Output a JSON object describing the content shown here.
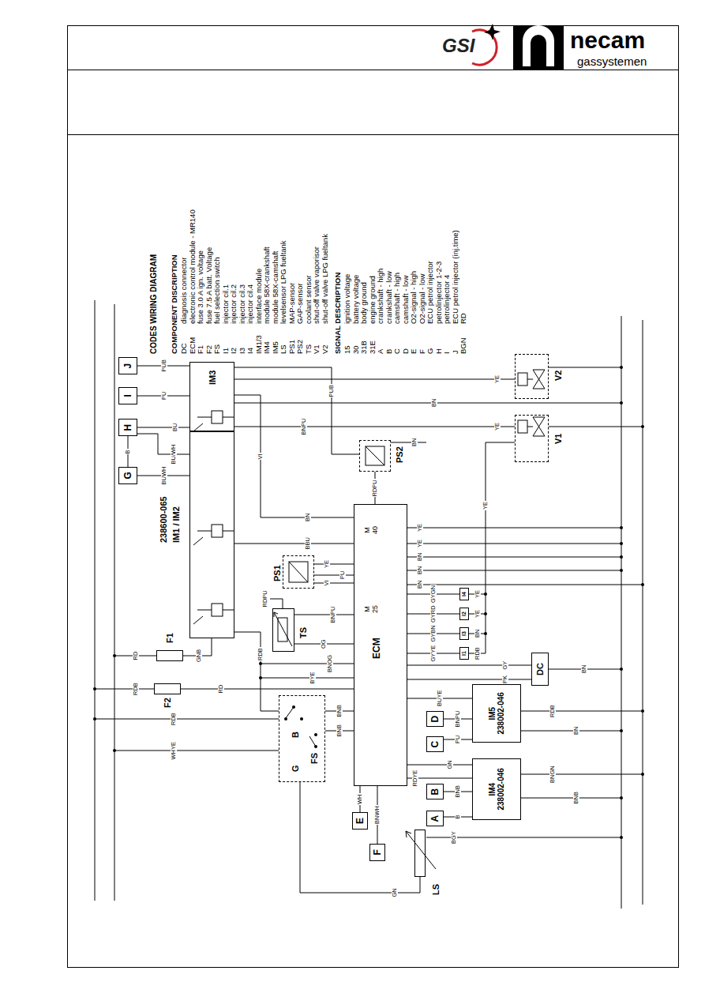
{
  "diagram": {
    "nodes": [
      {
        "text": [
          "G"
        ]
      },
      {
        "text": [
          "H"
        ]
      },
      {
        "text": [
          "I"
        ]
      },
      {
        "text": [
          "J"
        ]
      },
      {
        "text": [
          "238600-065",
          "IM1 / IM2"
        ]
      },
      {
        "text": [
          "IM3"
        ]
      },
      {
        "text": [
          "F1"
        ]
      },
      {
        "text": [
          "F2"
        ]
      },
      {
        "text": [
          "TS"
        ]
      },
      {
        "text": [
          "PS1"
        ]
      },
      {
        "text": [
          "PS2"
        ]
      },
      {
        "text": [
          "ECM",
          "M 40",
          "M 25"
        ]
      },
      {
        "text": [
          "FS",
          "B",
          "G"
        ]
      },
      {
        "text": [
          "DC"
        ]
      },
      {
        "text": [
          "IM5",
          "238002-046"
        ]
      },
      {
        "text": [
          "IM4",
          "238002-046"
        ]
      },
      {
        "text": [
          "E"
        ]
      },
      {
        "text": [
          "F"
        ]
      },
      {
        "text": [
          "D"
        ]
      },
      {
        "text": [
          "C"
        ]
      },
      {
        "text": [
          "B"
        ]
      },
      {
        "text": [
          "A"
        ]
      },
      {
        "text": [
          "LS"
        ]
      },
      {
        "text": [
          "I4"
        ]
      },
      {
        "text": [
          "I2"
        ]
      },
      {
        "text": [
          "I3"
        ]
      },
      {
        "text": [
          "I1"
        ]
      },
      {
        "text": [
          "V1"
        ]
      },
      {
        "text": [
          "V2"
        ]
      }
    ],
    "edges": [
      {
        "from": 3,
        "to": 5,
        "arrow": "none",
        "label": "PUB"
      },
      {
        "from": 2,
        "to": 5,
        "arrow": "none",
        "label": "PU"
      },
      {
        "from": 1,
        "to": 5,
        "arrow": "none",
        "label": "BU"
      },
      {
        "from": 0,
        "to": 4,
        "arrow": "none",
        "label": "BUWH"
      },
      {
        "from": 0,
        "to": 1,
        "arrow": "none",
        "label": "B"
      },
      {
        "from": 1,
        "to": 4,
        "arrow": "none",
        "label": "BU/WH"
      },
      {
        "from": 6,
        "to": 4,
        "arrow": "none",
        "label": "GNB"
      },
      {
        "from": 7,
        "to": 11,
        "arrow": "none",
        "label": "RD"
      },
      {
        "from": 4,
        "to": 12,
        "arrow": "none",
        "label": "RDB"
      },
      {
        "from": 8,
        "to": 11,
        "arrow": "none",
        "label": "OG"
      },
      {
        "from": 9,
        "to": 11,
        "arrow": "none",
        "label": "PU"
      },
      {
        "from": 10,
        "to": 11,
        "arrow": "none",
        "label": "RDPU"
      },
      {
        "from": 11,
        "to": 23,
        "arrow": "none",
        "label": "GYGN"
      },
      {
        "from": 11,
        "to": 24,
        "arrow": "none",
        "label": "GYRD"
      },
      {
        "from": 11,
        "to": 25,
        "arrow": "none",
        "label": "GYBN"
      },
      {
        "from": 11,
        "to": 26,
        "arrow": "none",
        "label": "GYYE"
      },
      {
        "from": 11,
        "to": 13,
        "arrow": "none",
        "label": "GY"
      },
      {
        "from": 11,
        "to": 13,
        "arrow": "none",
        "label": "PK"
      },
      {
        "from": 11,
        "to": 14,
        "arrow": "none",
        "label": "BUYE"
      },
      {
        "from": 11,
        "to": 15,
        "arrow": "none",
        "label": "GN"
      },
      {
        "from": 14,
        "to": 18,
        "arrow": "none",
        "label": "BNPU"
      },
      {
        "from": 14,
        "to": 19,
        "arrow": "none",
        "label": "PU"
      },
      {
        "from": 15,
        "to": 20,
        "arrow": "none",
        "label": "BNB"
      },
      {
        "from": 15,
        "to": 21,
        "arrow": "none",
        "label": "B"
      },
      {
        "from": 11,
        "to": 16,
        "arrow": "none",
        "label": "WH"
      },
      {
        "from": 11,
        "to": 17,
        "arrow": "none",
        "label": "BNWH"
      },
      {
        "from": 22,
        "to": 12,
        "arrow": "none",
        "label": "GN"
      },
      {
        "from": 5,
        "to": 27,
        "arrow": "none",
        "label": "YE"
      },
      {
        "from": 5,
        "to": 28,
        "arrow": "none",
        "label": "YE"
      },
      {
        "from": 24,
        "to": 27,
        "arrow": "none",
        "label": "YE"
      },
      {
        "from": 5,
        "to": 11,
        "arrow": "none",
        "label": "VI"
      },
      {
        "from": 5,
        "to": 10,
        "arrow": "none",
        "label": "PUB"
      },
      {
        "from": 4,
        "to": 11,
        "arrow": "none",
        "label": "BBU"
      }
    ],
    "labels": [
      "GSI",
      "necam",
      "gassystemen",
      "CODES WIRING DIAGRAM",
      "COMPONENT DISCRIPTION",
      "DC",
      "diagnosis connector",
      "ECM",
      "electronic control module - MR140",
      "F1",
      "fuse 3.0 A ign. voltage",
      "F2",
      "fuse 7.5 A batt. Voltage",
      "FS",
      "fuel selection switch",
      "I1",
      "injector cil.1",
      "I2",
      "injector cil.2",
      "I3",
      "injector cil.3",
      "I4",
      "injector cil.4",
      "IM1/3",
      "interface module",
      "IM4",
      "module 58X-crankshaft",
      "IM5",
      "module 58X-camshaft",
      "LS",
      "levelsensor LPG fueltank",
      "PS1",
      "MAP-sensor",
      "PS2",
      "GAP-sensor",
      "TS",
      "coolant sensor",
      "V1",
      "shut-off valve vaporisor",
      "V2",
      "shut-off valve LPG fueltank",
      "SIGNAL DESCRIPTION",
      "15",
      "ignition voltage",
      "30",
      "battery voltage",
      "31B",
      "body ground",
      "31E",
      "engine ground",
      "A",
      "crankshaft - high",
      "B",
      "crankshaft - low",
      "C",
      "camshaft - high",
      "D",
      "camshaft - low",
      "E",
      "O2-signal - high",
      "F",
      "O2-signal - low",
      "G",
      "ECU petrol injector",
      "H",
      "petrolinjector 1-2-3",
      "I",
      "petrolinjector 4",
      "J",
      "ECU petrol injector (inj.time)",
      "BGN",
      "RD",
      "RD",
      "RDB",
      "RDB",
      "WHYE",
      "BYE",
      "BNOG",
      "BNPU",
      "RDPU",
      "VI",
      "YE",
      "BN",
      "BNPU",
      "BN",
      "BN",
      "BN",
      "BN",
      "BN",
      "YE",
      "YE",
      "YE",
      "YE",
      "BN",
      "RDB",
      "BN",
      "RDB",
      "BN",
      "BNGN",
      "BNB",
      "RDYE",
      "BGY",
      "BNB",
      "BNB"
    ]
  }
}
